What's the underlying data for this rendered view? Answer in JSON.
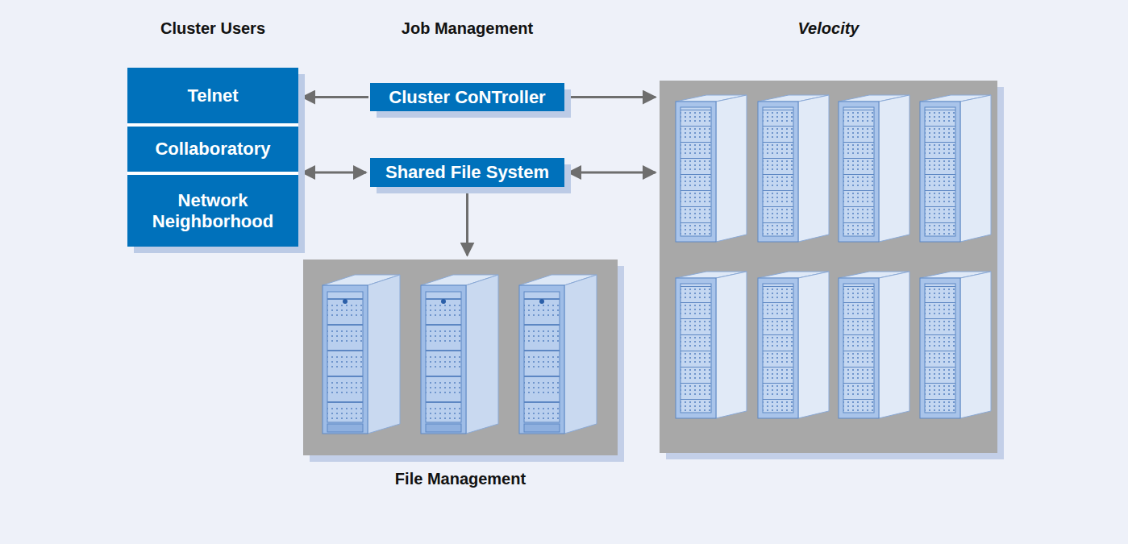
{
  "diagram": {
    "nodes": [
      {
        "text": [
          "Cluster Users"
        ]
      },
      {
        "text": [
          "Telnet"
        ],
        "in": 0
      },
      {
        "text": [
          "Collaboratory"
        ],
        "in": 0
      },
      {
        "text": [
          "Network Neighborhood"
        ],
        "in": 0
      },
      {
        "text": [
          "Job Management",
          "Cluster CoNTroller"
        ]
      },
      {
        "text": [
          "Shared File System"
        ]
      },
      {
        "text": [
          "Velocity"
        ]
      },
      {
        "text": [
          "File Management"
        ]
      }
    ],
    "edges": [
      {
        "from": 4,
        "to": 0,
        "arrow": "to"
      },
      {
        "from": 4,
        "to": 6,
        "arrow": "to"
      },
      {
        "from": 5,
        "to": 0,
        "arrow": "both"
      },
      {
        "from": 5,
        "to": 6,
        "arrow": "both"
      },
      {
        "from": 5,
        "to": 7,
        "arrow": "to"
      }
    ]
  }
}
